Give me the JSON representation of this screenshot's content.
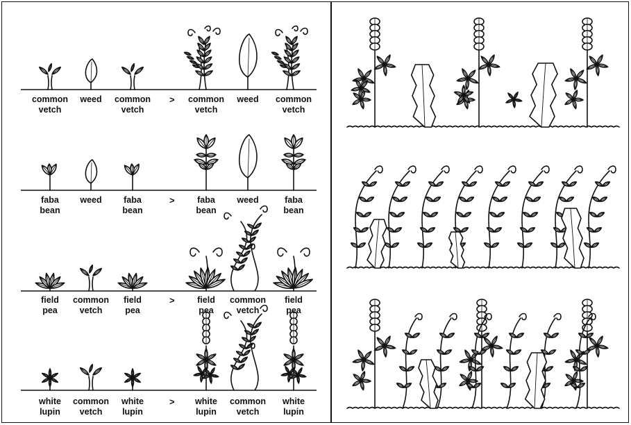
{
  "rows": [
    {
      "before": [
        {
          "line1": "common",
          "line2": "vetch",
          "icon": "vetch-seedling-icon"
        },
        {
          "line1": "weed",
          "line2": "",
          "icon": "weed-seedling-icon"
        },
        {
          "line1": "common",
          "line2": "vetch",
          "icon": "vetch-seedling-icon"
        }
      ],
      "arrow": ">",
      "after": [
        {
          "line1": "common",
          "line2": "vetch",
          "icon": "vetch-mature-icon"
        },
        {
          "line1": "weed",
          "line2": "",
          "icon": "weed-mature-icon"
        },
        {
          "line1": "common",
          "line2": "vetch",
          "icon": "vetch-mature-icon"
        }
      ]
    },
    {
      "before": [
        {
          "line1": "faba",
          "line2": "bean",
          "icon": "faba-seedling-icon"
        },
        {
          "line1": "weed",
          "line2": "",
          "icon": "weed-seedling-icon"
        },
        {
          "line1": "faba",
          "line2": "bean",
          "icon": "faba-seedling-icon"
        }
      ],
      "arrow": ">",
      "after": [
        {
          "line1": "faba",
          "line2": "bean",
          "icon": "faba-mature-icon"
        },
        {
          "line1": "weed",
          "line2": "",
          "icon": "weed-mature-icon"
        },
        {
          "line1": "faba",
          "line2": "bean",
          "icon": "faba-mature-icon"
        }
      ]
    },
    {
      "before": [
        {
          "line1": "field",
          "line2": "pea",
          "icon": "pea-seedling-icon"
        },
        {
          "line1": "common",
          "line2": "vetch",
          "icon": "vetch-seedling-icon"
        },
        {
          "line1": "field",
          "line2": "pea",
          "icon": "pea-seedling-icon"
        }
      ],
      "arrow": ">",
      "after": [
        {
          "line1": "field",
          "line2": "pea",
          "icon": "pea-mature-icon"
        },
        {
          "line1": "common",
          "line2": "vetch",
          "icon": "vetch-climbing-icon"
        },
        {
          "line1": "field",
          "line2": "pea",
          "icon": "pea-mature-icon"
        }
      ]
    },
    {
      "before": [
        {
          "line1": "white",
          "line2": "lupin",
          "icon": "lupin-seedling-icon"
        },
        {
          "line1": "common",
          "line2": "vetch",
          "icon": "vetch-seedling-icon"
        },
        {
          "line1": "white",
          "line2": "lupin",
          "icon": "lupin-seedling-icon"
        }
      ],
      "arrow": ">",
      "after": [
        {
          "line1": "white",
          "line2": "lupin",
          "icon": "lupin-flowering-icon"
        },
        {
          "line1": "common",
          "line2": "vetch",
          "icon": "vetch-climbing-icon"
        },
        {
          "line1": "white",
          "line2": "lupin",
          "icon": "lupin-flowering-icon"
        }
      ]
    }
  ],
  "right_panels": [
    {
      "icon": "lupin-and-weed-row-icon"
    },
    {
      "icon": "tangled-vetch-canopy-icon"
    },
    {
      "icon": "lupin-vetch-mixture-row-icon"
    }
  ],
  "colors": {
    "ink": "#111111",
    "paper": "#ffffff"
  }
}
